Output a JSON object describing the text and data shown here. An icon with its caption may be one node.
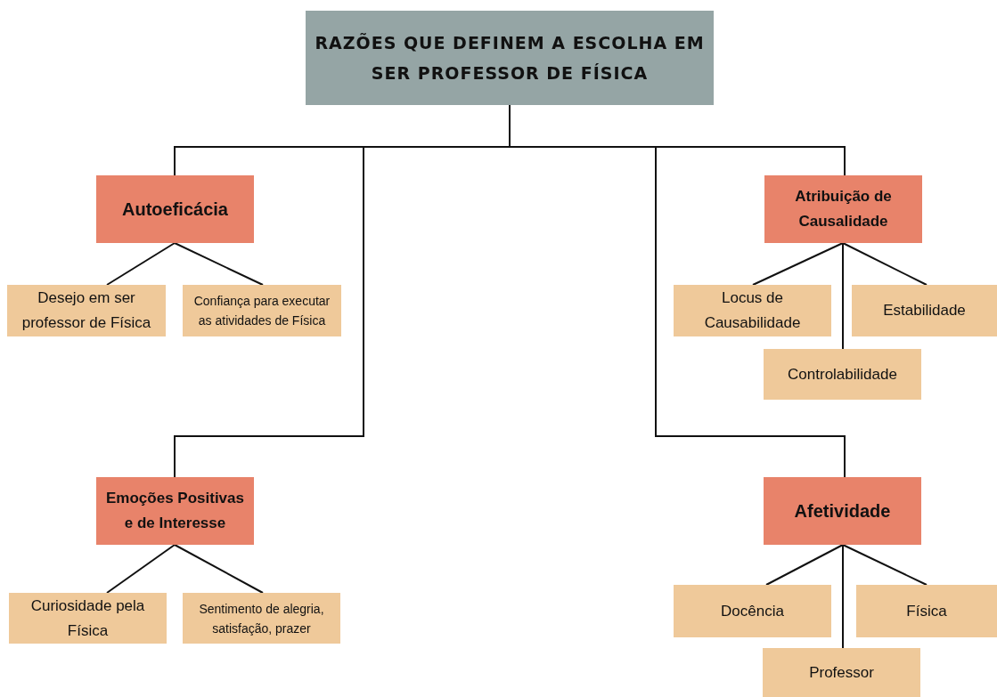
{
  "diagram": {
    "nodes": [
      {
        "text": [
          "RAZÕES QUE DEFINEM A ESCOLHA EM SER PROFESSOR DE FÍSICA"
        ]
      },
      {
        "text": [
          "Autoeficácia"
        ]
      },
      {
        "text": [
          "Desejo em ser professor de Física"
        ]
      },
      {
        "text": [
          "Confiança para executar as atividades de Física"
        ]
      },
      {
        "text": [
          "Atribuição de Causalidade"
        ]
      },
      {
        "text": [
          "Locus de Causabilidade"
        ]
      },
      {
        "text": [
          "Estabilidade"
        ]
      },
      {
        "text": [
          "Controlabilidade"
        ]
      },
      {
        "text": [
          "Emoções Positivas e de Interesse"
        ]
      },
      {
        "text": [
          "Curiosidade pela Física"
        ]
      },
      {
        "text": [
          "Sentimento de alegria, satisfação, prazer"
        ]
      },
      {
        "text": [
          "Afetividade"
        ]
      },
      {
        "text": [
          "Docência"
        ]
      },
      {
        "text": [
          "Física"
        ]
      },
      {
        "text": [
          "Professor"
        ]
      }
    ],
    "edges": [
      {
        "from": 0,
        "to": 1,
        "arrow": "none"
      },
      {
        "from": 0,
        "to": 8,
        "arrow": "none"
      },
      {
        "from": 0,
        "to": 11,
        "arrow": "none"
      },
      {
        "from": 0,
        "to": 4,
        "arrow": "none"
      },
      {
        "from": 1,
        "to": 2,
        "arrow": "none"
      },
      {
        "from": 1,
        "to": 3,
        "arrow": "none"
      },
      {
        "from": 4,
        "to": 5,
        "arrow": "none"
      },
      {
        "from": 4,
        "to": 7,
        "arrow": "none"
      },
      {
        "from": 4,
        "to": 6,
        "arrow": "none"
      },
      {
        "from": 8,
        "to": 9,
        "arrow": "none"
      },
      {
        "from": 8,
        "to": 10,
        "arrow": "none"
      },
      {
        "from": 11,
        "to": 12,
        "arrow": "none"
      },
      {
        "from": 11,
        "to": 14,
        "arrow": "none"
      },
      {
        "from": 11,
        "to": 13,
        "arrow": "none"
      }
    ]
  }
}
